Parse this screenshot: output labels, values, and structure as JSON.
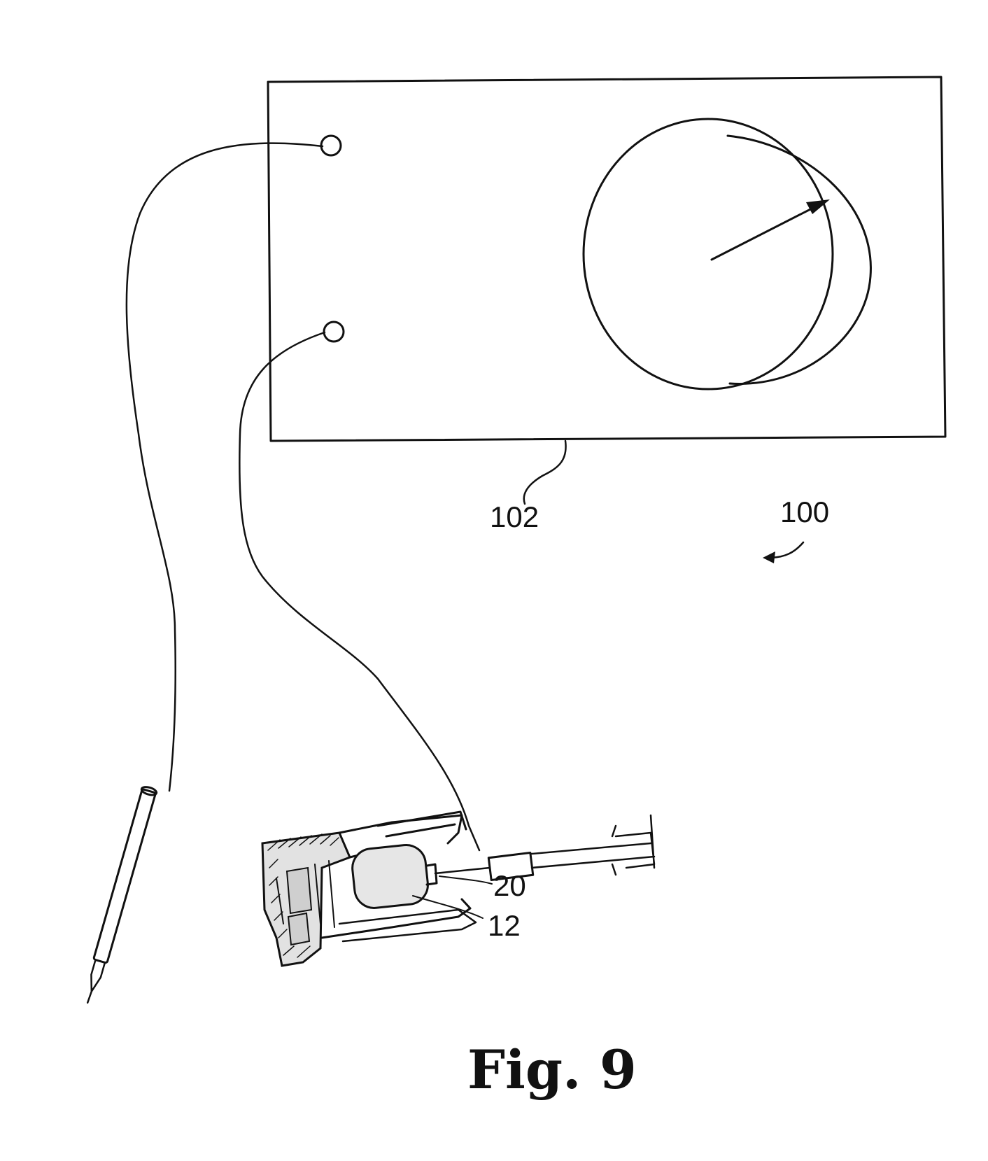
{
  "caption": "Fig. 9",
  "reference_numerals": {
    "meter": "102",
    "system": "100",
    "actuator": "20",
    "housing": "12"
  }
}
